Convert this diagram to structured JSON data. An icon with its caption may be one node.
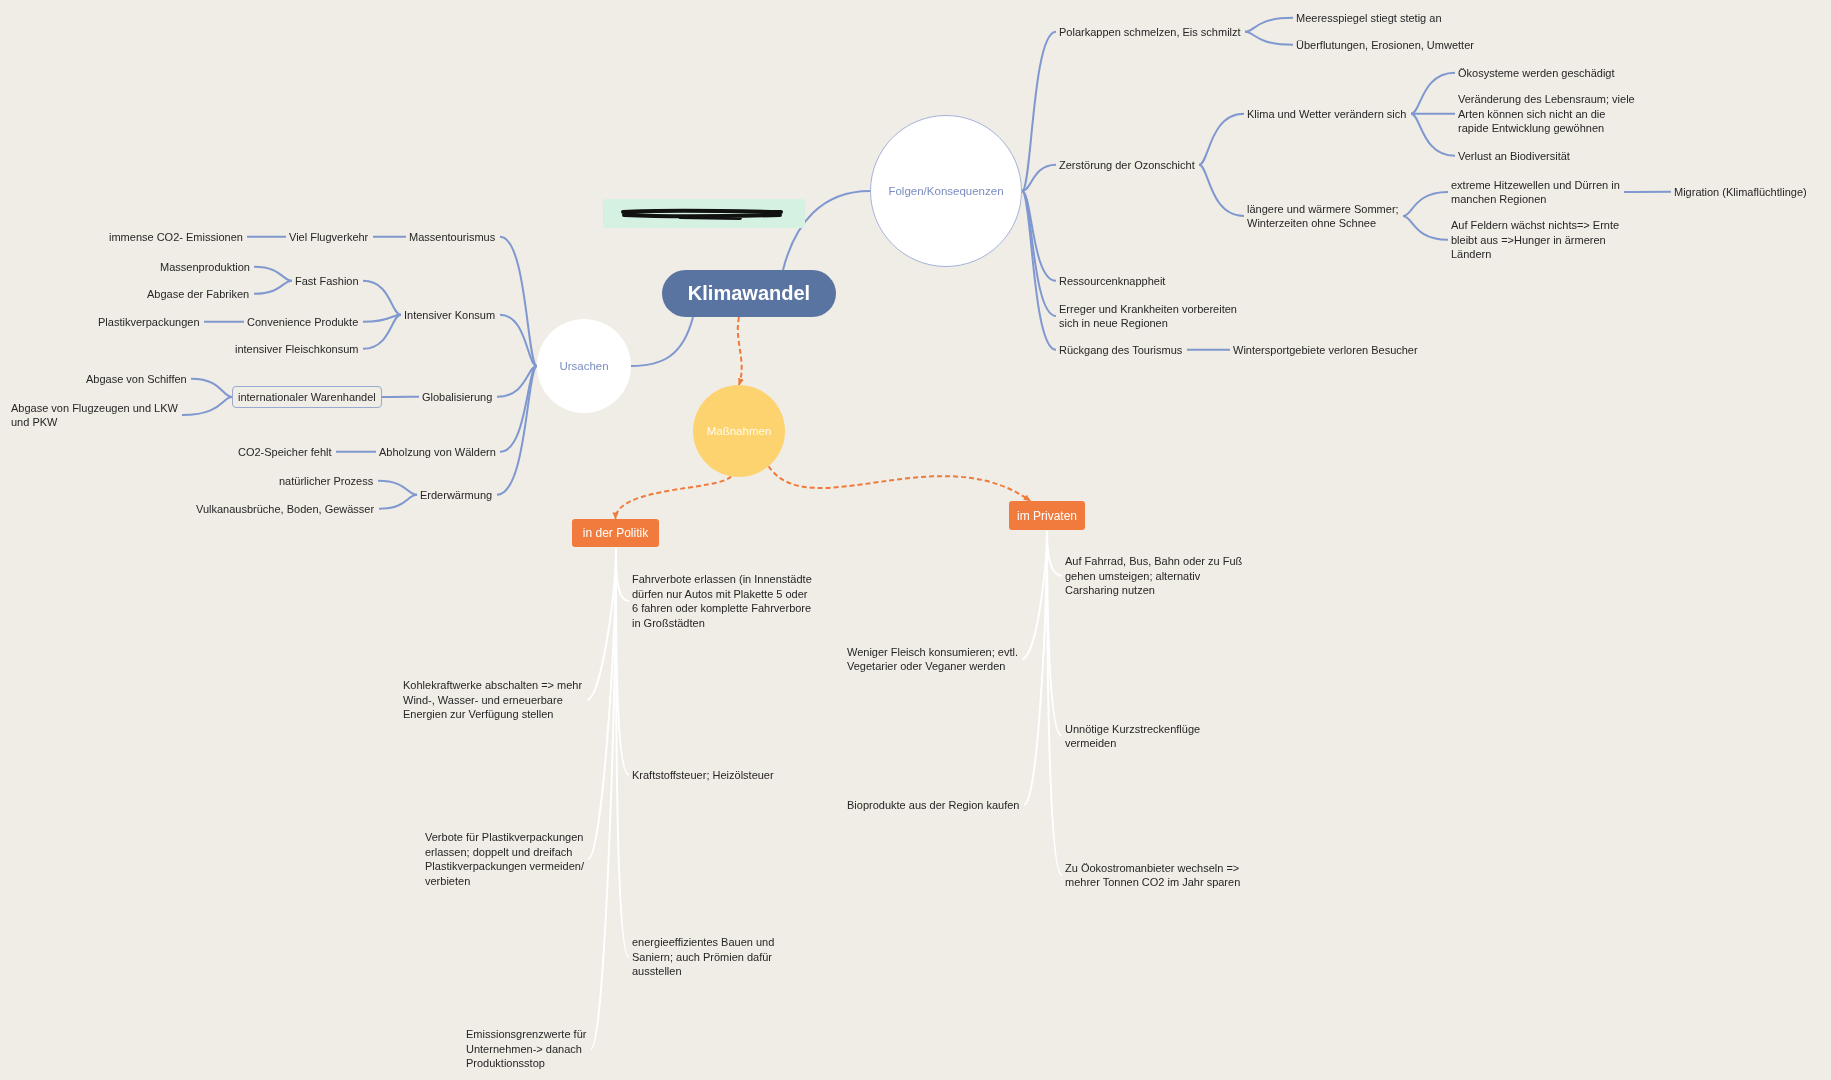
{
  "diagram": {
    "nodes": [
      {
        "text": [
          "Klimawandel"
        ]
      },
      {
        "text": [],
        "shape": "box"
      },
      {
        "text": [
          "Folgen/Konsequenzen"
        ]
      },
      {
        "text": [
          "Polarkappen schmelzen, Eis schmilzt"
        ]
      },
      {
        "text": [
          "Meeresspiegel stiegt stetig an"
        ]
      },
      {
        "text": [
          "Überflutungen, Erosionen, Umwetter"
        ]
      },
      {
        "text": [
          "Zerstörung der Ozonschicht"
        ]
      },
      {
        "text": [
          "Klima und Wetter verändern sich"
        ]
      },
      {
        "text": [
          "Ökosysteme werden geschädigt"
        ]
      },
      {
        "text": [
          "Veränderung des Lebensraum; viele Arten können sich nicht an die rapide Entwicklung gewöhnen"
        ]
      },
      {
        "text": [
          "Verlust an Biodiversität"
        ]
      },
      {
        "text": [
          "längere und wärmere Sommer; Winterzeiten ohne Schnee"
        ]
      },
      {
        "text": [
          "extreme Hitzewellen und Dürren in manchen Regionen"
        ]
      },
      {
        "text": [
          "Migration (Klimaflüchtlinge)"
        ]
      },
      {
        "text": [
          "Auf Feldern wächst nichts=> Ernte bleibt aus =>Hunger in ärmeren Ländern"
        ]
      },
      {
        "text": [
          "Ressourcenknappheit"
        ]
      },
      {
        "text": [
          "Erreger und Krankheiten vorbereiten sich in neue Regionen"
        ]
      },
      {
        "text": [
          "Rückgang des Tourismus"
        ]
      },
      {
        "text": [
          "Wintersportgebiete verloren Besucher"
        ]
      },
      {
        "text": [
          "Ursachen"
        ]
      },
      {
        "text": [
          "Massentourismus"
        ]
      },
      {
        "text": [
          "Viel Flugverkehr"
        ]
      },
      {
        "text": [
          "immense CO2- Emissionen"
        ]
      },
      {
        "text": [
          "Intensiver Konsum"
        ]
      },
      {
        "text": [
          "Fast Fashion"
        ]
      },
      {
        "text": [
          "Massenproduktion"
        ]
      },
      {
        "text": [
          "Abgase der Fabriken"
        ]
      },
      {
        "text": [
          "Convenience Produkte"
        ]
      },
      {
        "text": [
          "Plastikverpackungen"
        ]
      },
      {
        "text": [
          "intensiver Fleischkonsum"
        ]
      },
      {
        "text": [
          "Globalisierung"
        ]
      },
      {
        "text": [
          "internationaler Warenhandel"
        ]
      },
      {
        "text": [
          "Abgase von Schiffen"
        ]
      },
      {
        "text": [
          "Abgase von Flugzeugen und LKW und PKW"
        ]
      },
      {
        "text": [
          "Abholzung von Wäldern"
        ]
      },
      {
        "text": [
          "CO2-Speicher fehlt"
        ]
      },
      {
        "text": [
          "Erderwärmung"
        ]
      },
      {
        "text": [
          "natürlicher Prozess"
        ]
      },
      {
        "text": [
          "Vulkanausbrüche, Boden, Gewässer"
        ]
      },
      {
        "text": [
          "Maßnahmen"
        ]
      },
      {
        "text": [
          "in der Politik"
        ]
      },
      {
        "text": [
          "Fahrverbote erlassen (in Innenstädte dürfen nur Autos mit Plakette 5 oder 6 fahren oder komplette Fahrverbore in Großstädten"
        ]
      },
      {
        "text": [
          "Kohlekraftwerke abschalten => mehr Wind-, Wasser- und erneuerbare Energien zur Verfügung stellen"
        ]
      },
      {
        "text": [
          "Kraftstoffsteuer; Heizölsteuer"
        ]
      },
      {
        "text": [
          "Verbote für Plastikverpackungen erlassen; doppelt und dreifach Plastikverpackungen vermeiden/ verbieten"
        ]
      },
      {
        "text": [
          "energieeffizientes Bauen und Saniern; auch Prömien dafür ausstellen"
        ]
      },
      {
        "text": [
          "Emissionsgrenzwerte für Unternehmen-> danach Produktionsstop"
        ]
      },
      {
        "text": [
          "im Privaten"
        ]
      },
      {
        "text": [
          "Auf Fahrrad, Bus, Bahn oder zu Fuß gehen umsteigen; alternativ Carsharing nutzen"
        ]
      },
      {
        "text": [
          "Weniger Fleisch konsumieren; evtl. Vegetarier oder Veganer werden"
        ]
      },
      {
        "text": [
          "Unnötige Kurzstreckenflüge vermeiden"
        ]
      },
      {
        "text": [
          "Bioprodukte aus der Region kaufen"
        ]
      },
      {
        "text": [
          "Zu Öokostromanbieter wechseln => mehrer Tonnen CO2 im Jahr sparen"
        ]
      }
    ],
    "edges": [
      {
        "from": 0,
        "to": 2,
        "arrow": "none"
      },
      {
        "from": 0,
        "to": 19,
        "arrow": "none"
      },
      {
        "from": 0,
        "to": 39,
        "arrow": "to",
        "style": "dashed",
        "color": "#ee7b3b"
      },
      {
        "from": 2,
        "to": 3,
        "arrow": "none"
      },
      {
        "from": 2,
        "to": 6,
        "arrow": "none"
      },
      {
        "from": 2,
        "to": 15,
        "arrow": "none"
      },
      {
        "from": 2,
        "to": 16,
        "arrow": "none"
      },
      {
        "from": 2,
        "to": 17,
        "arrow": "none"
      },
      {
        "from": 3,
        "to": 4,
        "arrow": "none"
      },
      {
        "from": 3,
        "to": 5,
        "arrow": "none"
      },
      {
        "from": 6,
        "to": 7,
        "arrow": "none"
      },
      {
        "from": 6,
        "to": 11,
        "arrow": "none"
      },
      {
        "from": 7,
        "to": 8,
        "arrow": "none"
      },
      {
        "from": 7,
        "to": 9,
        "arrow": "none"
      },
      {
        "from": 7,
        "to": 10,
        "arrow": "none"
      },
      {
        "from": 11,
        "to": 12,
        "arrow": "none"
      },
      {
        "from": 11,
        "to": 14,
        "arrow": "none"
      },
      {
        "from": 12,
        "to": 13,
        "arrow": "none"
      },
      {
        "from": 17,
        "to": 18,
        "arrow": "none"
      },
      {
        "from": 19,
        "to": 20,
        "arrow": "none"
      },
      {
        "from": 19,
        "to": 23,
        "arrow": "none"
      },
      {
        "from": 19,
        "to": 30,
        "arrow": "none"
      },
      {
        "from": 19,
        "to": 34,
        "arrow": "none"
      },
      {
        "from": 19,
        "to": 36,
        "arrow": "none"
      },
      {
        "from": 20,
        "to": 21,
        "arrow": "none"
      },
      {
        "from": 21,
        "to": 22,
        "arrow": "none"
      },
      {
        "from": 23,
        "to": 24,
        "arrow": "none"
      },
      {
        "from": 23,
        "to": 27,
        "arrow": "none"
      },
      {
        "from": 23,
        "to": 29,
        "arrow": "none"
      },
      {
        "from": 24,
        "to": 25,
        "arrow": "none"
      },
      {
        "from": 24,
        "to": 26,
        "arrow": "none"
      },
      {
        "from": 27,
        "to": 28,
        "arrow": "none"
      },
      {
        "from": 30,
        "to": 31,
        "arrow": "none"
      },
      {
        "from": 31,
        "to": 32,
        "arrow": "none"
      },
      {
        "from": 31,
        "to": 33,
        "arrow": "none"
      },
      {
        "from": 34,
        "to": 35,
        "arrow": "none"
      },
      {
        "from": 36,
        "to": 37,
        "arrow": "none"
      },
      {
        "from": 36,
        "to": 38,
        "arrow": "none"
      },
      {
        "from": 39,
        "to": 40,
        "arrow": "to",
        "style": "dashed",
        "color": "#ee7b3b"
      },
      {
        "from": 39,
        "to": 47,
        "arrow": "to",
        "style": "dashed",
        "color": "#ee7b3b"
      },
      {
        "from": 40,
        "to": 41,
        "arrow": "none",
        "color": "#ffffff"
      },
      {
        "from": 40,
        "to": 42,
        "arrow": "none",
        "color": "#ffffff"
      },
      {
        "from": 40,
        "to": 43,
        "arrow": "none",
        "color": "#ffffff"
      },
      {
        "from": 40,
        "to": 44,
        "arrow": "none",
        "color": "#ffffff"
      },
      {
        "from": 40,
        "to": 45,
        "arrow": "none",
        "color": "#ffffff"
      },
      {
        "from": 40,
        "to": 46,
        "arrow": "none",
        "color": "#ffffff"
      },
      {
        "from": 47,
        "to": 48,
        "arrow": "none",
        "color": "#ffffff"
      },
      {
        "from": 47,
        "to": 49,
        "arrow": "none",
        "color": "#ffffff"
      },
      {
        "from": 47,
        "to": 50,
        "arrow": "none",
        "color": "#ffffff"
      },
      {
        "from": 47,
        "to": 51,
        "arrow": "none",
        "color": "#ffffff"
      },
      {
        "from": 47,
        "to": 52,
        "arrow": "none",
        "color": "#ffffff"
      }
    ]
  }
}
